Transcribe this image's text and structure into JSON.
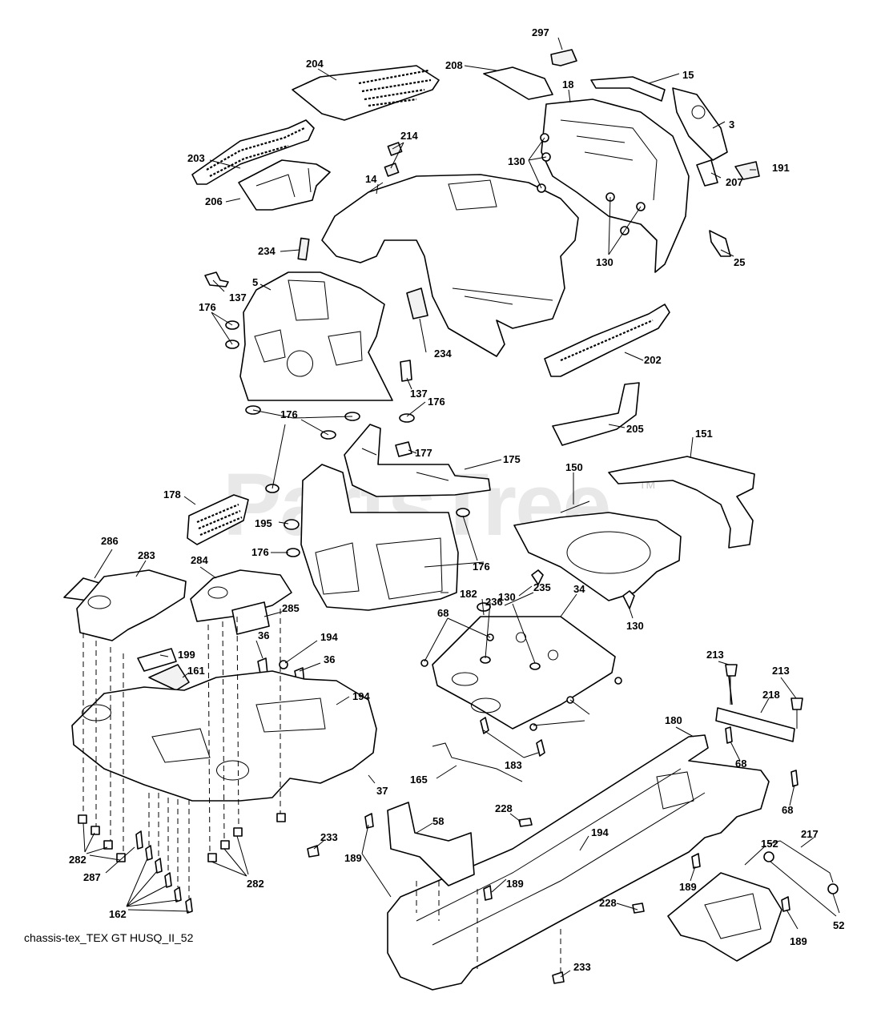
{
  "caption": "chassis-tex_TEX GT HUSQ_II_52",
  "watermark": {
    "text": "PartsTree",
    "trademark": "TM"
  },
  "callouts": [
    "297",
    "204",
    "208",
    "18",
    "15",
    "3",
    "214",
    "203",
    "14",
    "130",
    "191",
    "206",
    "207",
    "234",
    "25",
    "130",
    "137",
    "5",
    "176",
    "202",
    "234",
    "137",
    "176",
    "176",
    "177",
    "175",
    "151",
    "150",
    "178",
    "195",
    "176",
    "176",
    "205",
    "286",
    "283",
    "284",
    "182",
    "130",
    "235",
    "68",
    "236",
    "34",
    "130",
    "285",
    "36",
    "194",
    "199",
    "161",
    "36",
    "194",
    "213",
    "213",
    "218",
    "68",
    "180",
    "68",
    "165",
    "183",
    "37",
    "228",
    "58",
    "194",
    "233",
    "189",
    "217",
    "152",
    "282",
    "287",
    "162",
    "282",
    "189",
    "189",
    "52",
    "189",
    "228",
    "233"
  ]
}
